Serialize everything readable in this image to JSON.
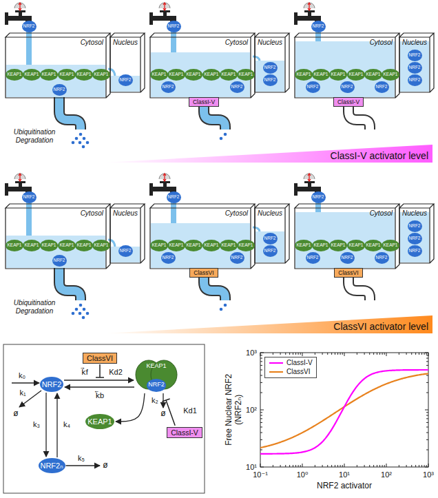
{
  "diagram": {
    "nodes": [
      {
        "text": [
          "NRF2"
        ]
      },
      {
        "text": [
          "Cytosol"
        ]
      },
      {
        "text": [
          "KEAP1"
        ],
        "in": 1
      },
      {
        "text": [
          "KEAP1"
        ],
        "in": 1
      },
      {
        "text": [
          "KEAP1"
        ],
        "in": 1
      },
      {
        "text": [
          "KEAP1"
        ],
        "in": 1
      },
      {
        "text": [
          "KEAP1"
        ],
        "in": 1
      },
      {
        "text": [
          "KEAP1"
        ],
        "in": 1
      },
      {
        "text": [
          "NRF2"
        ],
        "in": 1
      },
      {
        "text": [
          "Nucleus"
        ]
      },
      {
        "text": [
          "NRF2"
        ],
        "in": 9
      },
      {
        "text": [
          "NRF2"
        ]
      },
      {
        "text": [
          "Cytosol"
        ]
      },
      {
        "text": [
          "KEAP1"
        ],
        "in": 12
      },
      {
        "text": [
          "KEAP1"
        ],
        "in": 12
      },
      {
        "text": [
          "KEAP1"
        ],
        "in": 12
      },
      {
        "text": [
          "KEAP1"
        ],
        "in": 12
      },
      {
        "text": [
          "KEAP1"
        ],
        "in": 12
      },
      {
        "text": [
          "KEAP1"
        ],
        "in": 12
      },
      {
        "text": [
          "NRF2"
        ],
        "in": 12
      },
      {
        "text": [
          "NRF2"
        ],
        "in": 12
      },
      {
        "text": [
          "Nucleus"
        ]
      },
      {
        "text": [
          "NRF2"
        ],
        "in": 21
      },
      {
        "text": [
          "NRF2"
        ],
        "in": 21
      },
      {
        "text": [
          "ClassI-V"
        ]
      },
      {
        "text": [
          "NRF2"
        ]
      },
      {
        "text": [
          "Cytosol"
        ]
      },
      {
        "text": [
          "KEAP1"
        ],
        "in": 26
      },
      {
        "text": [
          "KEAP1"
        ],
        "in": 26
      },
      {
        "text": [
          "KEAP1"
        ],
        "in": 26
      },
      {
        "text": [
          "KEAP1"
        ],
        "in": 26
      },
      {
        "text": [
          "KEAP1"
        ],
        "in": 26
      },
      {
        "text": [
          "KEAP1"
        ],
        "in": 26
      },
      {
        "text": [
          "NRF2"
        ],
        "in": 26
      },
      {
        "text": [
          "NRF2"
        ],
        "in": 26
      },
      {
        "text": [
          "NRF2"
        ],
        "in": 26
      },
      {
        "text": [
          "Nucleus"
        ]
      },
      {
        "text": [
          "NRF2"
        ],
        "in": 36
      },
      {
        "text": [
          "NRF2"
        ],
        "in": 36
      },
      {
        "text": [
          "NRF2"
        ],
        "in": 36
      },
      {
        "text": [
          "ClassI-V"
        ]
      },
      {
        "text": [
          "ClassI-V activator level"
        ]
      },
      {
        "text": [
          "NRF2"
        ]
      },
      {
        "text": [
          "Cytosol"
        ]
      },
      {
        "text": [
          "KEAP1"
        ],
        "in": 43
      },
      {
        "text": [
          "KEAP1"
        ],
        "in": 43
      },
      {
        "text": [
          "KEAP1"
        ],
        "in": 43
      },
      {
        "text": [
          "KEAP1"
        ],
        "in": 43
      },
      {
        "text": [
          "KEAP1"
        ],
        "in": 43
      },
      {
        "text": [
          "KEAP1"
        ],
        "in": 43
      },
      {
        "text": [
          "NRF2"
        ],
        "in": 43
      },
      {
        "text": [
          "Nucleus"
        ]
      },
      {
        "text": [
          "NRF2"
        ],
        "in": 51
      },
      {
        "text": [
          "NRF2"
        ]
      },
      {
        "text": [
          "Cytosol"
        ]
      },
      {
        "text": [
          "KEAP1"
        ],
        "in": 54
      },
      {
        "text": [
          "KEAP1"
        ],
        "in": 54
      },
      {
        "text": [
          "KEAP1"
        ],
        "in": 54
      },
      {
        "text": [
          "KEAP1"
        ],
        "in": 54
      },
      {
        "text": [
          "KEAP1"
        ],
        "in": 54
      },
      {
        "text": [
          "KEAP1"
        ],
        "in": 54
      },
      {
        "text": [
          "NRF2"
        ],
        "in": 54
      },
      {
        "text": [
          "NRF2"
        ],
        "in": 54
      },
      {
        "text": [
          "Nucleus"
        ]
      },
      {
        "text": [
          "NRF2"
        ],
        "in": 63
      },
      {
        "text": [
          "NRF2"
        ],
        "in": 63
      },
      {
        "text": [
          "ClassVI"
        ]
      },
      {
        "text": [
          "NRF2"
        ]
      },
      {
        "text": [
          "Cytosol"
        ]
      },
      {
        "text": [
          "KEAP1"
        ],
        "in": 68
      },
      {
        "text": [
          "KEAP1"
        ],
        "in": 68
      },
      {
        "text": [
          "KEAP1"
        ],
        "in": 68
      },
      {
        "text": [
          "KEAP1"
        ],
        "in": 68
      },
      {
        "text": [
          "KEAP1"
        ],
        "in": 68
      },
      {
        "text": [
          "KEAP1"
        ],
        "in": 68
      },
      {
        "text": [
          "NRF2"
        ],
        "in": 68
      },
      {
        "text": [
          "NRF2"
        ],
        "in": 68
      },
      {
        "text": [
          "NRF2"
        ],
        "in": 68
      },
      {
        "text": [
          "Nucleus"
        ]
      },
      {
        "text": [
          "NRF2"
        ],
        "in": 78
      },
      {
        "text": [
          "NRF2"
        ],
        "in": 78
      },
      {
        "text": [
          "NRF2"
        ],
        "in": 78
      },
      {
        "text": [
          "ClassVI"
        ]
      },
      {
        "text": [
          "ClassVI activator level"
        ]
      },
      {
        "text": [
          "NRF2"
        ]
      },
      {
        "text": [
          "KEAP1"
        ]
      },
      {
        "text": [
          "NRF2"
        ],
        "in": 85
      },
      {
        "text": [
          "KEAP1"
        ]
      },
      {
        "text": [
          "NRF2ₙ"
        ]
      },
      {
        "text": [
          "ClassVI"
        ]
      },
      {
        "text": [
          "ClassI-V"
        ]
      }
    ],
    "edges": [
      {
        "from": 84,
        "to": 85,
        "label": "k⃗f",
        "arrow": "to"
      },
      {
        "from": 85,
        "to": 84,
        "label": "k⃖b",
        "arrow": "to"
      },
      {
        "from": 85,
        "to": 87,
        "arrow": "to"
      },
      {
        "from": 84,
        "to": 88,
        "label": "k₃",
        "arrow": "to"
      },
      {
        "from": 88,
        "to": 84,
        "label": "k₄",
        "arrow": "to"
      }
    ],
    "labels": [
      "Ubiquitination Degradation",
      "Ubiquitination Degradation",
      "k₀",
      "k₁",
      "ø",
      "k₂",
      "ø",
      "k₅",
      "ø",
      "Kd1",
      "Kd2",
      "10⁻¹",
      "10⁰",
      "10¹",
      "10²",
      "10³",
      "10¹",
      "10²",
      "10³",
      "NRF2 activator",
      "Free Nuclear NRF2 (NRF2ₙ)"
    ],
    "legend": [
      {
        "text": "ClassI-V",
        "color": "#ff00ff"
      },
      {
        "text": "ClassVI",
        "color": "#e8821e"
      }
    ]
  }
}
